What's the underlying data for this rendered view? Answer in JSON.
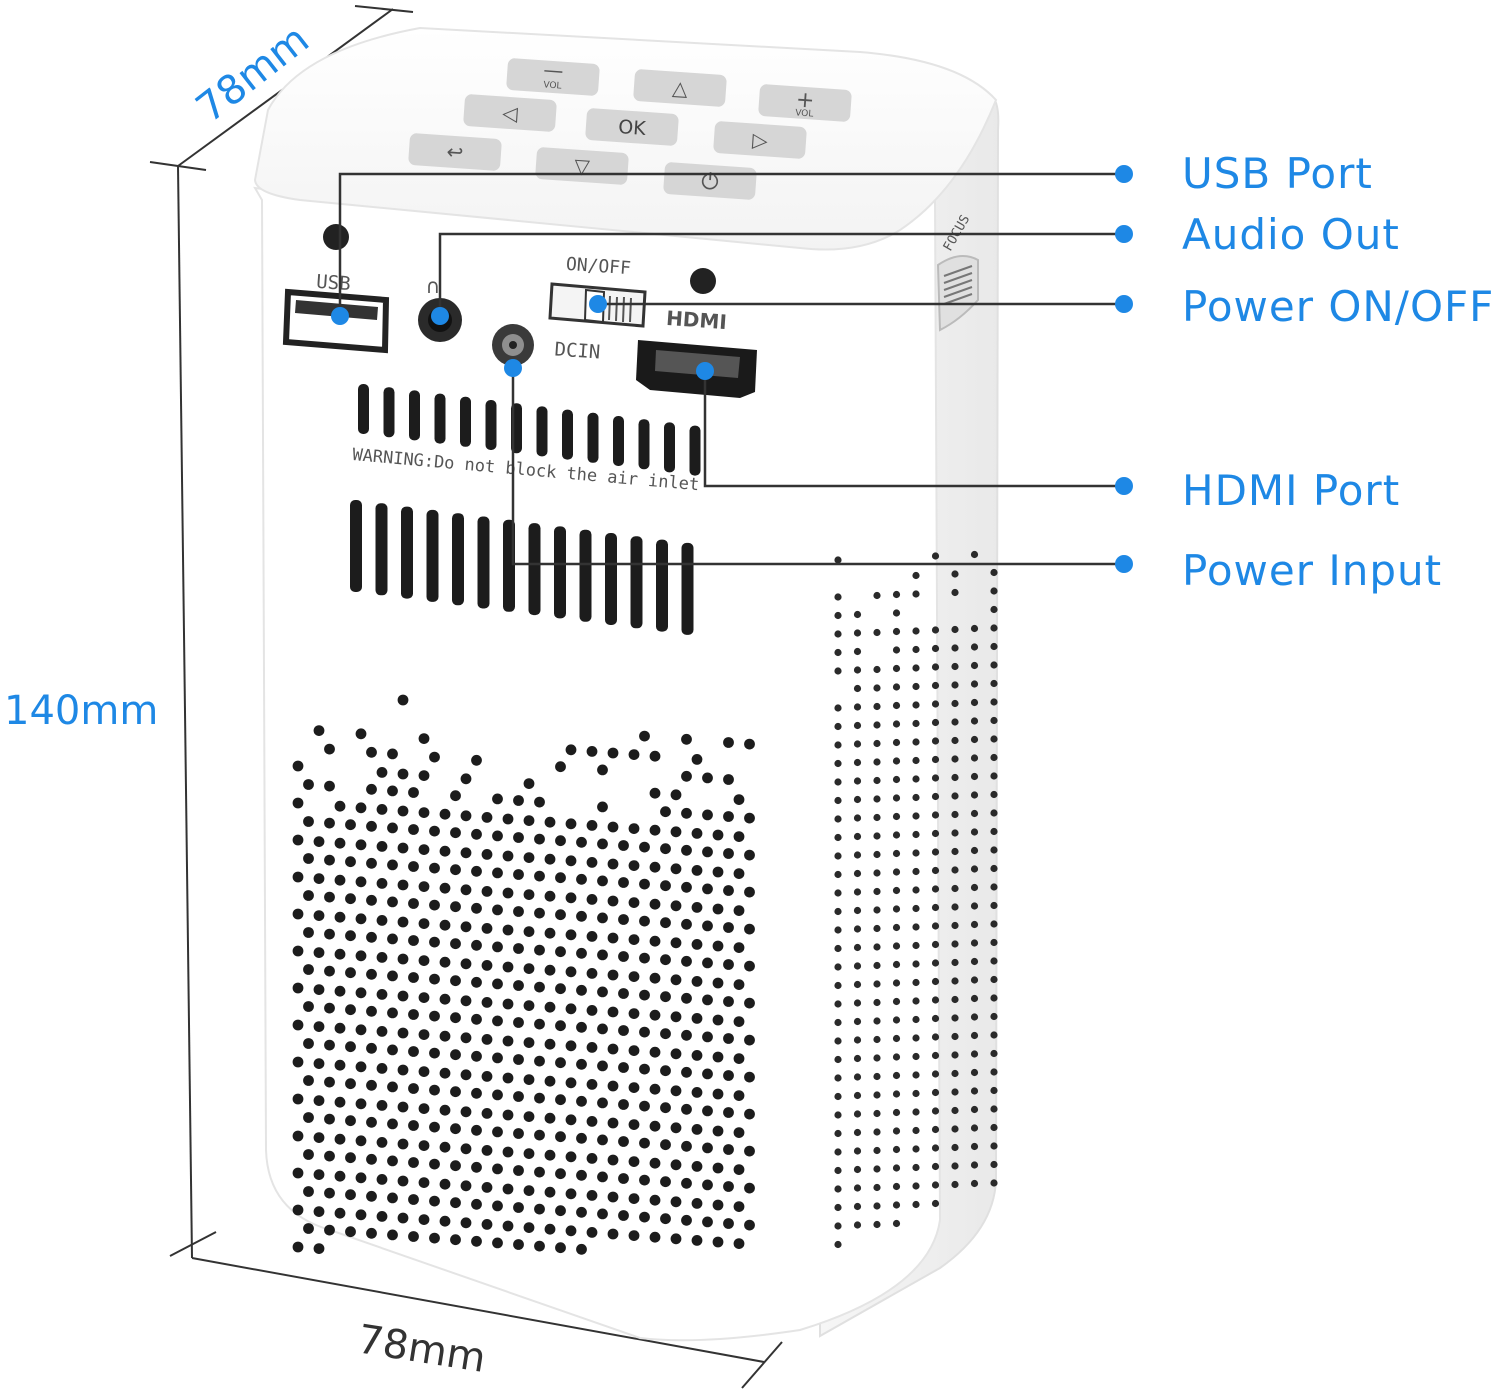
{
  "colors": {
    "accent": "#1e88e5",
    "line": "#333333",
    "body": "#ffffff",
    "body_edge": "#e2e2e2",
    "key": "#d6d6d6",
    "vent": "#1c1c1c"
  },
  "dimensions": {
    "depth": "78mm",
    "height": "140mm",
    "width": "78mm"
  },
  "callouts": [
    {
      "id": "usb",
      "label": "USB Port"
    },
    {
      "id": "audio",
      "label": "Audio Out"
    },
    {
      "id": "power-switch",
      "label": "Power ON/OFF"
    },
    {
      "id": "hdmi",
      "label": "HDMI Port"
    },
    {
      "id": "power-input",
      "label": "Power Input"
    }
  ],
  "device": {
    "usb_text": "USB",
    "switch_text": "ON/OFF",
    "dcin_text": "DCIN",
    "hdmi_text": "HDMI",
    "focus_text": "FOCUS",
    "warning_text": "WARNING:Do not block the air inlet",
    "keys": [
      {
        "id": "vol-down",
        "symbol": "—",
        "sub": "VOL",
        "icon": "minus-icon"
      },
      {
        "id": "up",
        "symbol": "△",
        "sub": "",
        "icon": "triangle-up-icon"
      },
      {
        "id": "vol-up",
        "symbol": "+",
        "sub": "VOL",
        "icon": "plus-icon"
      },
      {
        "id": "left",
        "symbol": "◁",
        "sub": "",
        "icon": "triangle-left-icon"
      },
      {
        "id": "ok",
        "symbol": "OK",
        "sub": "",
        "icon": "ok-icon"
      },
      {
        "id": "right",
        "symbol": "▷",
        "sub": "",
        "icon": "triangle-right-icon"
      },
      {
        "id": "back",
        "symbol": "↩",
        "sub": "",
        "icon": "return-icon"
      },
      {
        "id": "down",
        "symbol": "▽",
        "sub": "",
        "icon": "triangle-down-icon"
      },
      {
        "id": "power",
        "symbol": "⏻",
        "sub": "",
        "icon": "power-icon"
      }
    ]
  }
}
